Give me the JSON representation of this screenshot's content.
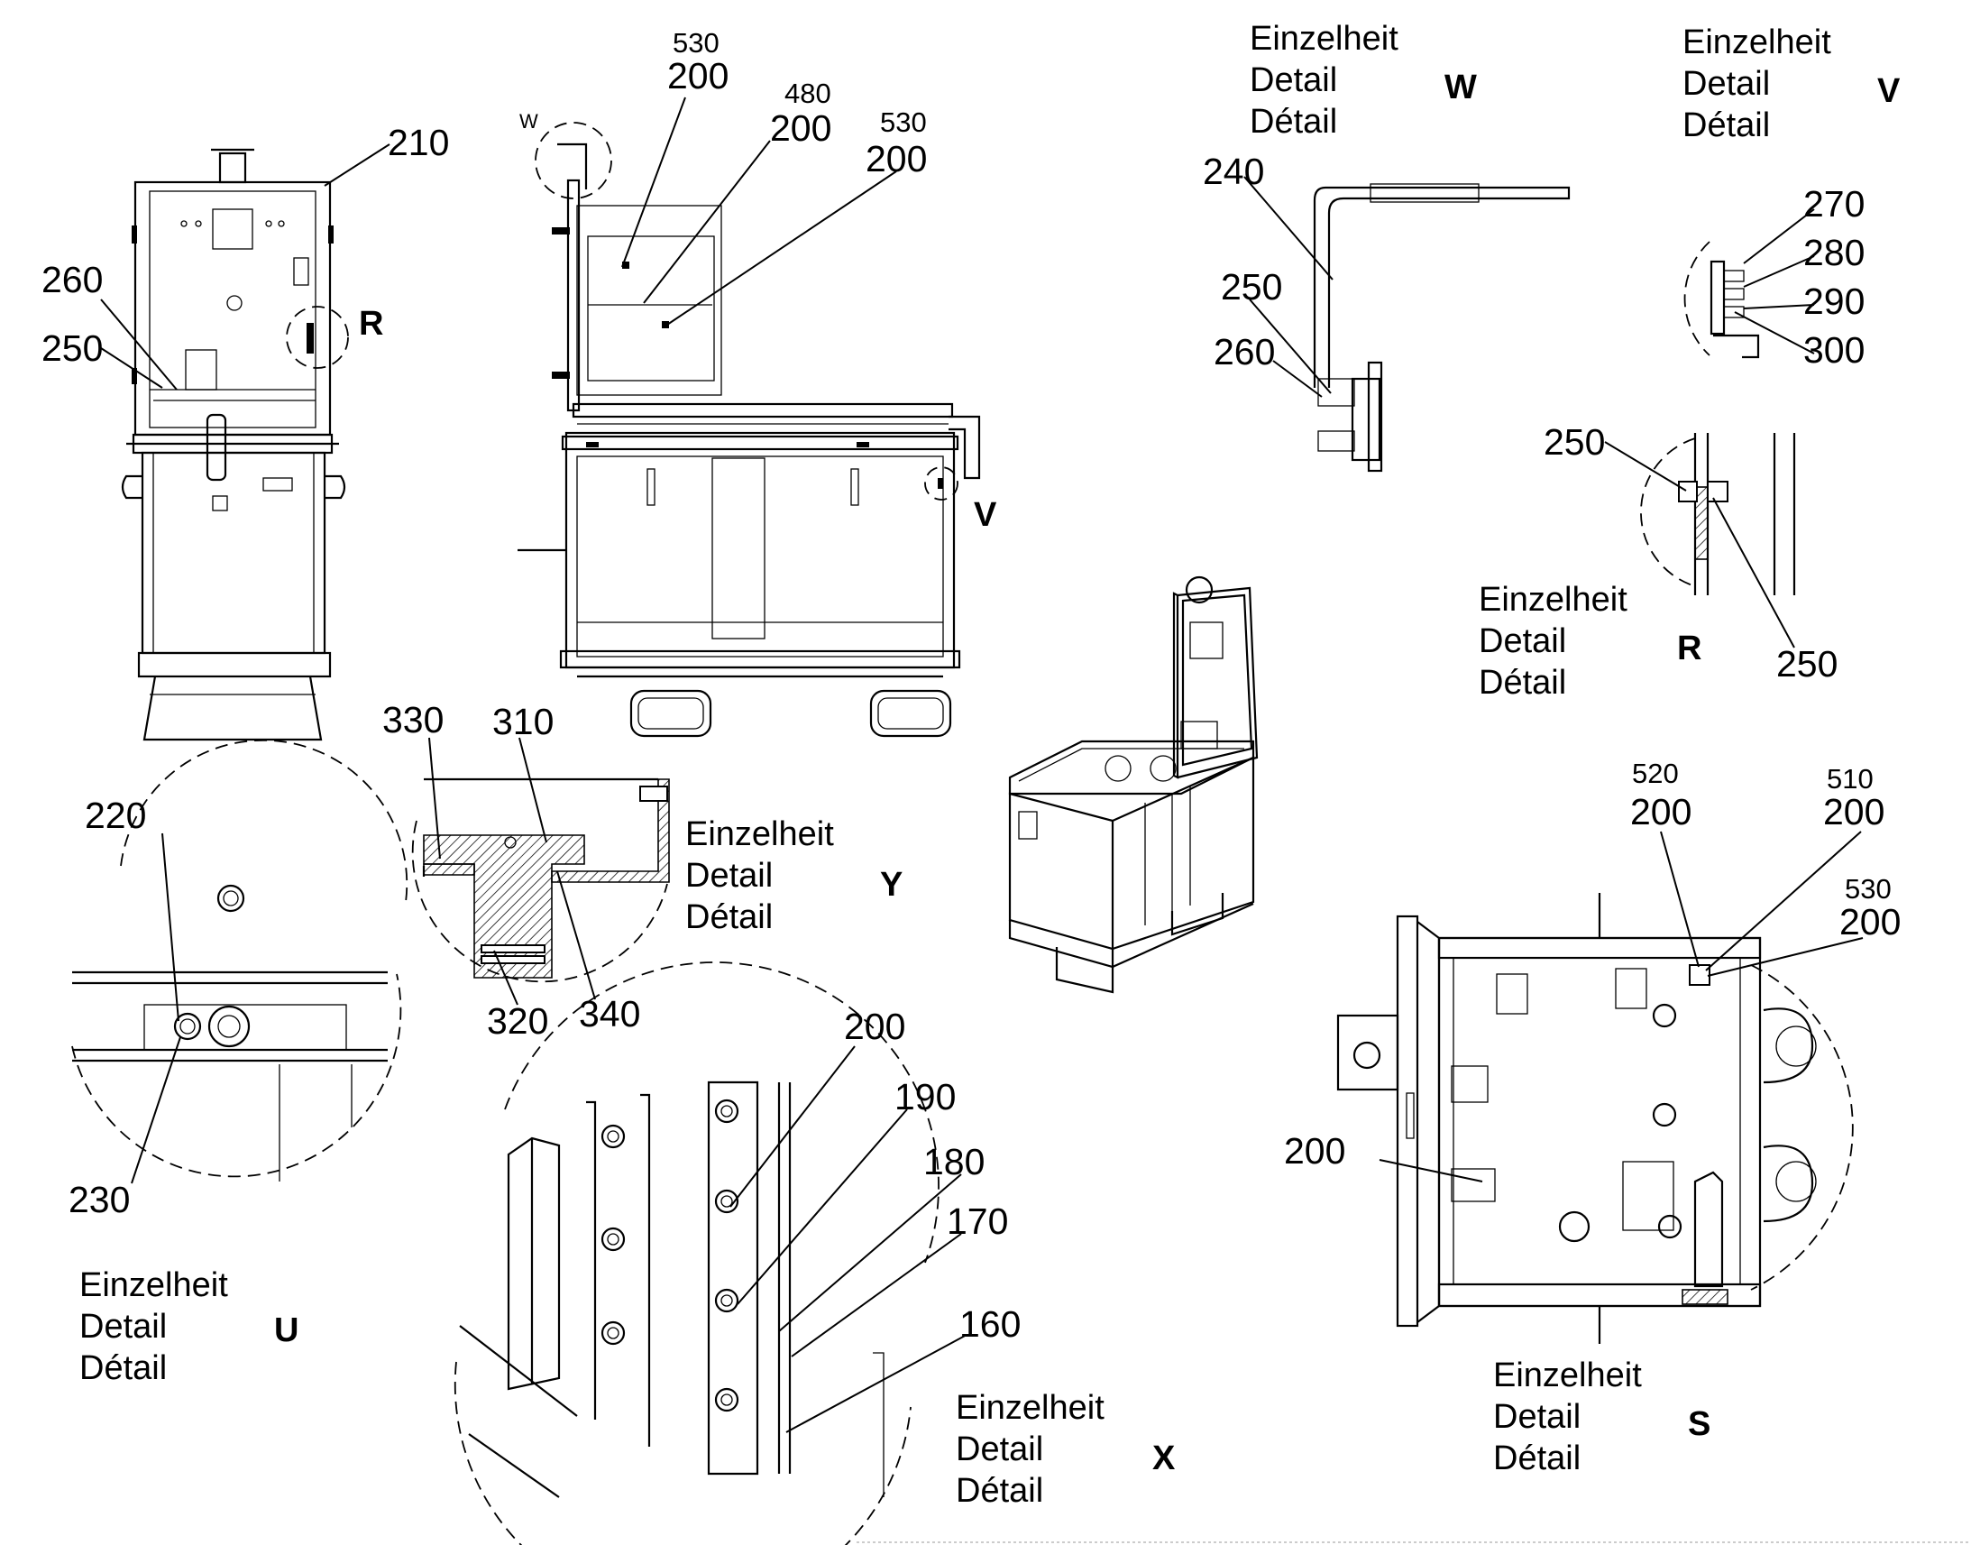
{
  "caption": {
    "line1": "Einzelheit",
    "line2": "Detail",
    "line3": "Détail"
  },
  "details": {
    "W": {
      "letter": "W",
      "small_marker": "W"
    },
    "V": {
      "letter": "V",
      "marker": "V"
    },
    "R": {
      "letter": "R",
      "marker": "R"
    },
    "Y": {
      "letter": "Y"
    },
    "U": {
      "letter": "U"
    },
    "X": {
      "letter": "X"
    },
    "S": {
      "letter": "S"
    }
  },
  "front_view": {
    "labels": [
      "210",
      "260",
      "250"
    ]
  },
  "side_view": {
    "groups": [
      {
        "top": "530",
        "bottom": "200"
      },
      {
        "top": "480",
        "bottom": "200"
      },
      {
        "top": "530",
        "bottom": "200"
      }
    ]
  },
  "detail_w": {
    "labels": [
      "240",
      "250",
      "260"
    ]
  },
  "detail_v": {
    "labels": [
      "270",
      "280",
      "290",
      "300"
    ]
  },
  "detail_r": {
    "labels": [
      "250",
      "250"
    ]
  },
  "detail_y": {
    "labels": [
      "330",
      "310",
      "320",
      "340"
    ]
  },
  "detail_u": {
    "labels": [
      "220",
      "230"
    ]
  },
  "detail_x": {
    "labels": [
      "200",
      "190",
      "180",
      "170",
      "160"
    ]
  },
  "detail_s": {
    "groups": [
      {
        "top": "520",
        "bottom": "200"
      },
      {
        "top": "510",
        "bottom": "200"
      },
      {
        "top": "530",
        "bottom": "200"
      }
    ],
    "labels": [
      "200"
    ]
  }
}
